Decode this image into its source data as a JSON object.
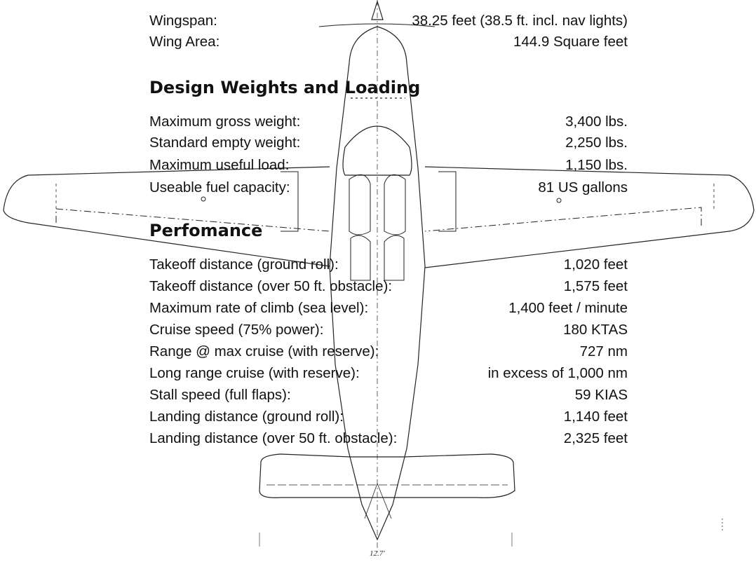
{
  "specs": [
    {
      "label": "Wingspan:",
      "value": "38.25 feet (38.5 ft. incl. nav lights)"
    },
    {
      "label": "Wing Area:",
      "value": "144.9 Square feet"
    }
  ],
  "weights": {
    "heading": "Design Weights and Loading",
    "rows": [
      {
        "label": "Maximum gross weight:",
        "value": "3,400 lbs."
      },
      {
        "label": "Standard empty weight:",
        "value": "2,250 lbs."
      },
      {
        "label": "Maximum useful load:",
        "value": "1,150 lbs."
      },
      {
        "label": "Useable fuel capacity:",
        "value": "81 US gallons"
      }
    ]
  },
  "performance": {
    "heading": "Perfomance",
    "rows": [
      {
        "label": "Takeoff distance (ground roll):",
        "value": "1,020 feet"
      },
      {
        "label": "Takeoff distance (over 50 ft. obstacle):",
        "value": "1,575 feet"
      },
      {
        "label": "Maximum rate of climb (sea level):",
        "value": "1,400 feet / minute"
      },
      {
        "label": "Cruise speed (75% power):",
        "value": "180 KTAS"
      },
      {
        "label": "Range @ max cruise (with reserve):",
        "value": "727 nm"
      },
      {
        "label": "Long range cruise (with reserve):",
        "value": "in excess of 1,000 nm"
      },
      {
        "label": "Stall speed (full flaps):",
        "value": "59 KIAS"
      },
      {
        "label": "Landing distance (ground roll):",
        "value": "1,140 feet"
      },
      {
        "label": "Landing distance (over 50 ft. obstacle):",
        "value": "2,325 feet"
      }
    ]
  },
  "diagram": {
    "dimension_label": "12.7'"
  }
}
